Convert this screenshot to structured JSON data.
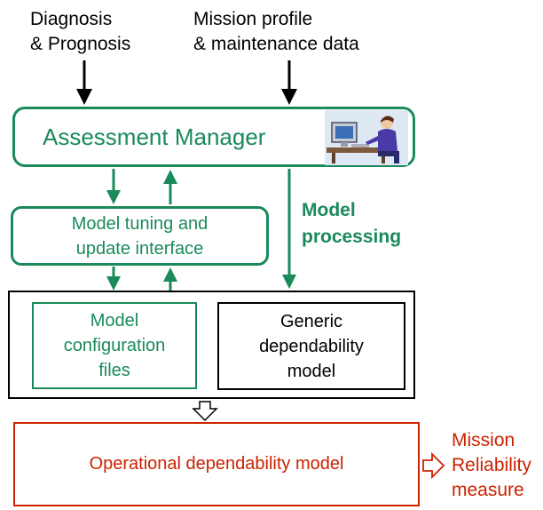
{
  "inputs": {
    "diagnosis_line1": "Diagnosis",
    "diagnosis_line2": "& Prognosis",
    "mission_line1": "Mission profile",
    "mission_line2": "& maintenance data"
  },
  "assessment_manager": {
    "label": "Assessment Manager",
    "icon": "person-at-computer-icon"
  },
  "tuning_interface": {
    "line1": "Model tuning and",
    "line2": "update interface"
  },
  "model_processing": {
    "line1": "Model",
    "line2": "processing"
  },
  "config_files": {
    "line1": "Model",
    "line2": "configuration",
    "line3": "files"
  },
  "generic_model": {
    "line1": "Generic",
    "line2": "dependability",
    "line3": "model"
  },
  "operational_model": {
    "label": "Operational dependability model"
  },
  "output": {
    "line1": "Mission",
    "line2": "Reliability",
    "line3": "measure"
  },
  "colors": {
    "green": "#1a8a5a",
    "red": "#cc2200",
    "black": "#000000"
  }
}
